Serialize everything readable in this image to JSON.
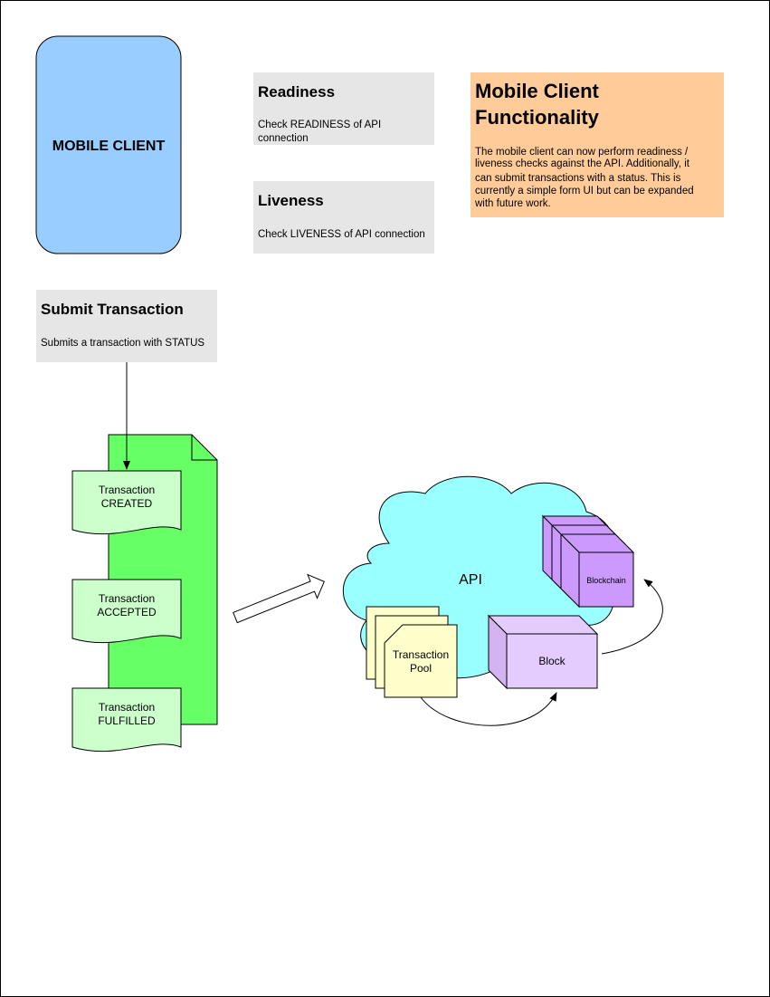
{
  "mobile_client": {
    "label": "MOBILE CLIENT"
  },
  "readiness": {
    "title": "Readiness",
    "desc_line1": "Check READINESS of API",
    "desc_line2": "connection"
  },
  "liveness": {
    "title": "Liveness",
    "desc": "Check LIVENESS of API connection"
  },
  "functionality": {
    "title_line1": "Mobile Client",
    "title_line2": "Functionality",
    "body": [
      "The mobile client can now perform readiness /",
      "liveness checks against the API.  Additionally, it",
      "can submit transactions with a status.  This is",
      "currently a simple form UI but can be expanded",
      "with future work."
    ]
  },
  "submit": {
    "title": "Submit Transaction",
    "desc": "Submits a transaction with STATUS"
  },
  "transactions": [
    {
      "line1": "Transaction",
      "line2": "CREATED"
    },
    {
      "line1": "Transaction",
      "line2": "ACCEPTED"
    },
    {
      "line1": "Transaction",
      "line2": "FULFILLED"
    }
  ],
  "api": {
    "label": "API"
  },
  "pool": {
    "line1": "Transaction",
    "line2": "Pool"
  },
  "block": {
    "label": "Block"
  },
  "blockchain": {
    "label": "Blockchain"
  },
  "colors": {
    "mobile_fill": "#99ccff",
    "note_fill": "#e6e6e6",
    "functionality_fill": "#ffcc99",
    "green_doc": "#66ff66",
    "tx_doc": "#ccffcc",
    "cloud": "#99ffff",
    "pool": "#ffffcc",
    "block": "#e5ccff",
    "blockchain": "#cc99ff"
  }
}
